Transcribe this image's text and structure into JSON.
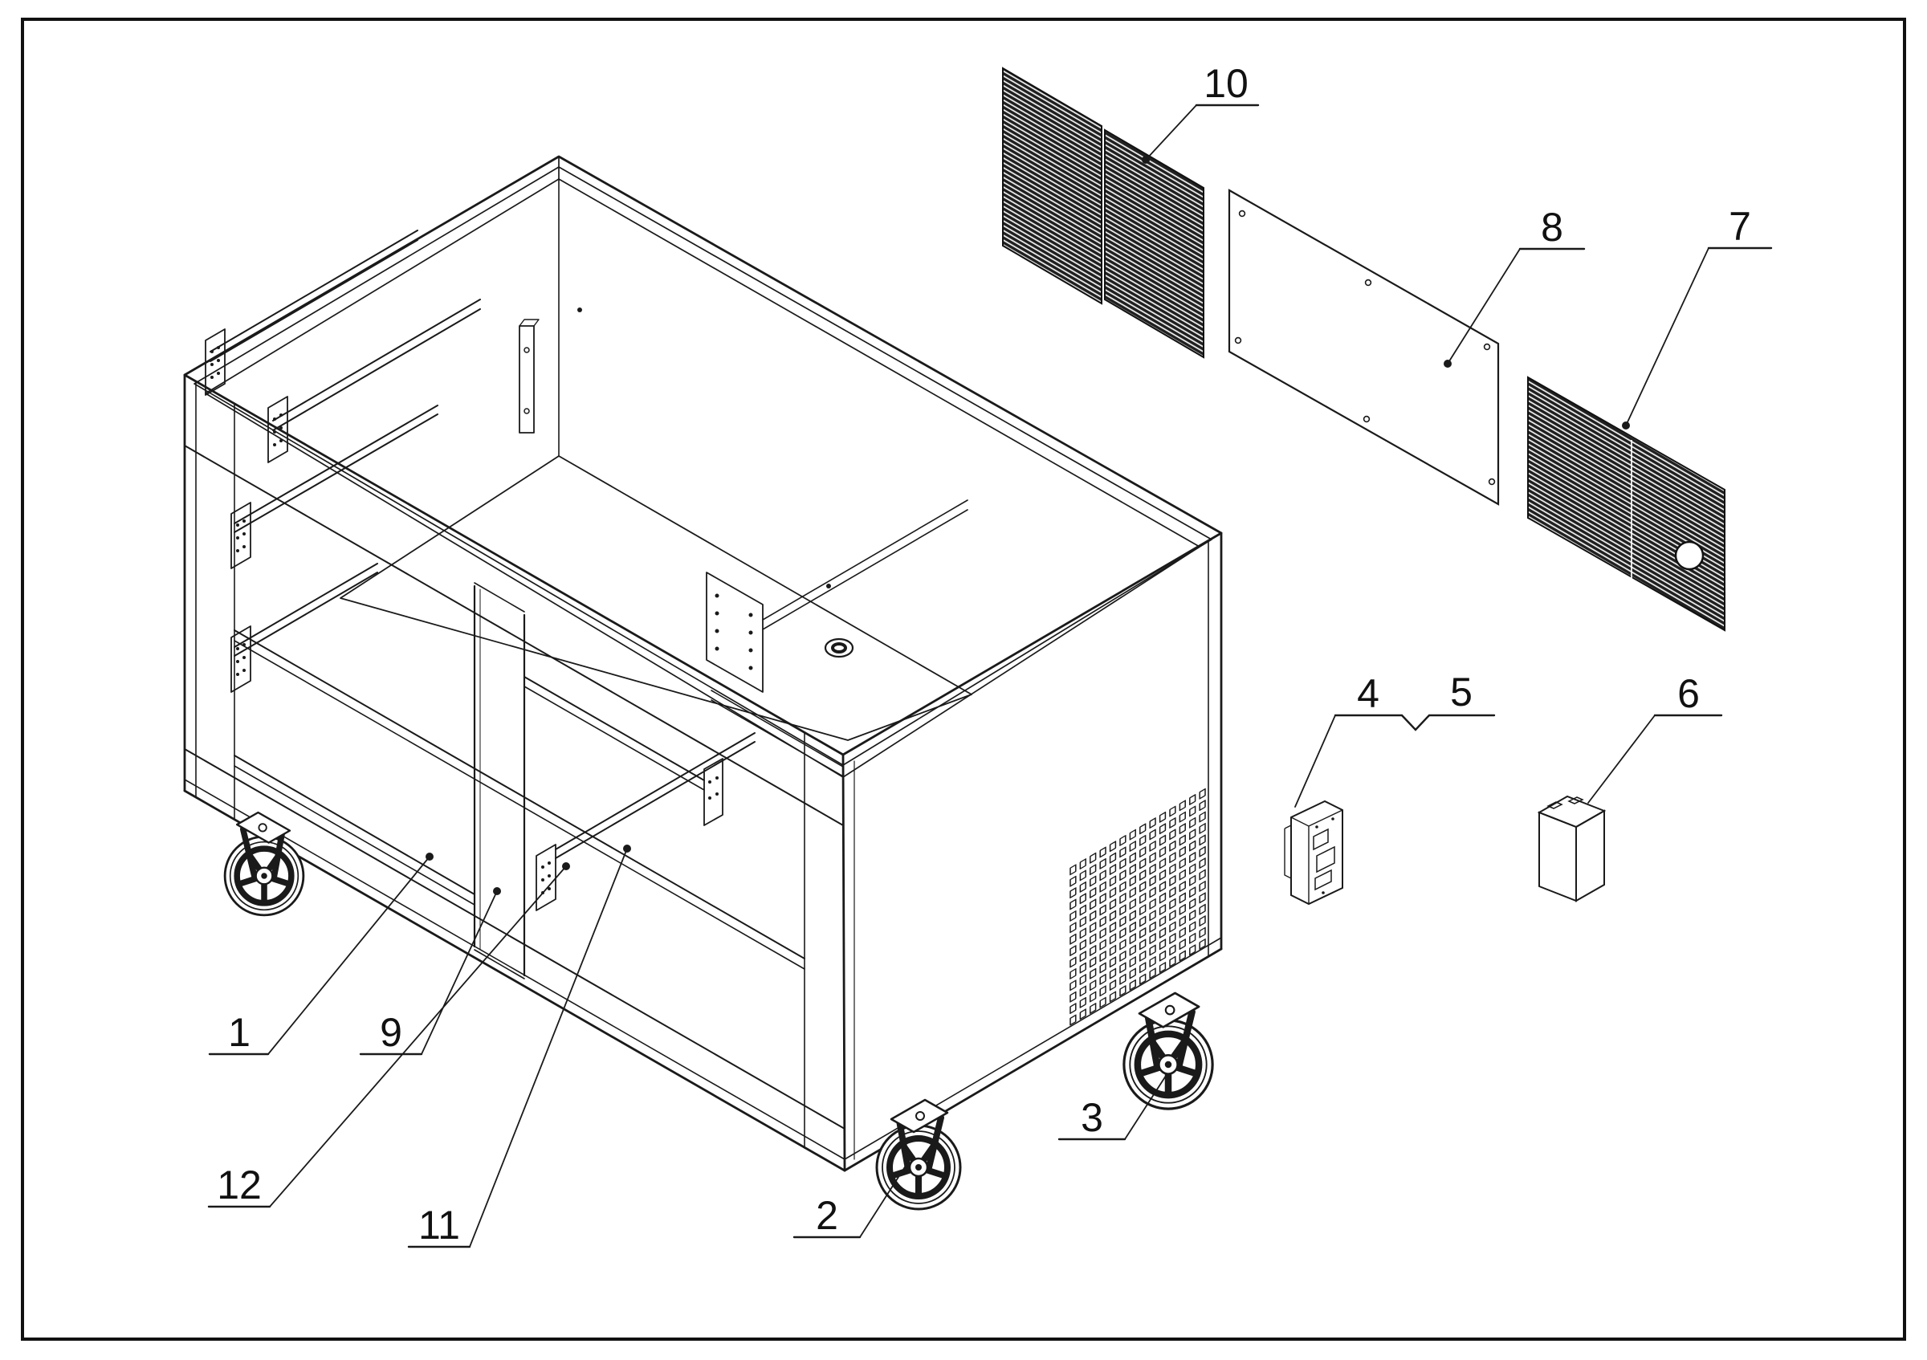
{
  "diagram": {
    "type": "exploded-parts-technical-drawing",
    "background": "#ffffff",
    "border_color": "#111111",
    "line_color": "#1a1a1a",
    "grille_slat_color": "#202020",
    "grille_gap_color": "#ebebeb",
    "callout_font_color": "#111111"
  },
  "callouts": {
    "c1": {
      "label": "1"
    },
    "c2": {
      "label": "2"
    },
    "c3": {
      "label": "3"
    },
    "c4": {
      "label": "4"
    },
    "c5": {
      "label": "5"
    },
    "c6": {
      "label": "6"
    },
    "c7": {
      "label": "7"
    },
    "c8": {
      "label": "8"
    },
    "c9": {
      "label": "9"
    },
    "c10": {
      "label": "10"
    },
    "c11": {
      "label": "11"
    },
    "c12": {
      "label": "12"
    }
  }
}
